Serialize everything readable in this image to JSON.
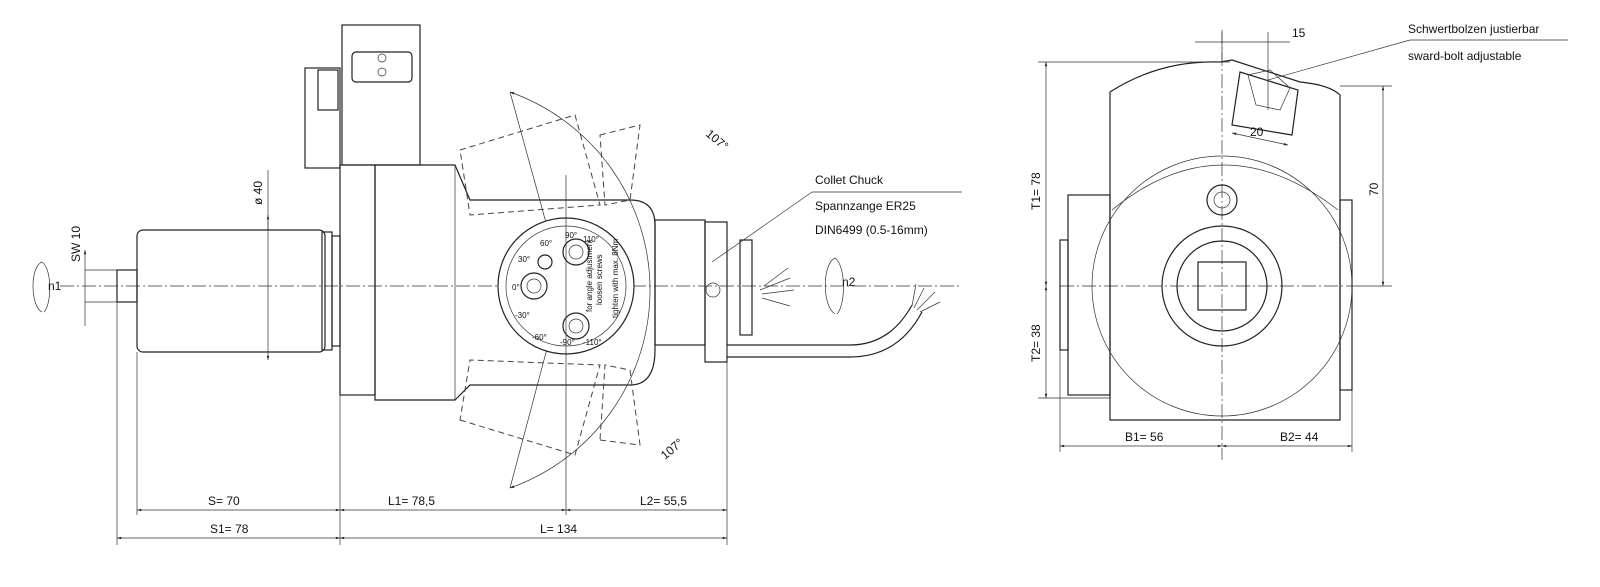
{
  "side_view": {
    "sw_label": "SW  10",
    "diameter_label": "ø 40",
    "n1_label": "n1",
    "n2_label": "n2",
    "angle_top": "107°",
    "angle_bottom": "107°",
    "callout": [
      "Collet Chuck",
      "Spannzange ER25",
      "DIN6499 (0.5-16mm)"
    ],
    "dial": {
      "angles": [
        "90°",
        "110°",
        "60°",
        "30°",
        "0°",
        "-30°",
        "-60°",
        "-90°",
        "-110°"
      ],
      "text1": "for angle adjustment",
      "text2": "loosen screws",
      "text3": "tighten with max. 8Nm"
    },
    "dims": {
      "s": "S= 70",
      "s1": "S1= 78",
      "l1": "L1=   78,5",
      "l2": "L2=   55,5",
      "l": "L=   134"
    }
  },
  "front_view": {
    "dim_15": "15",
    "dim_20": "20",
    "dim_70": "70",
    "t1": "T1=   78",
    "t2": "T2=   38",
    "b1": "B1=   56",
    "b2": "B2=   44",
    "note_de": "Schwertbolzen justierbar",
    "note_en": "sward-bolt adjustable"
  }
}
